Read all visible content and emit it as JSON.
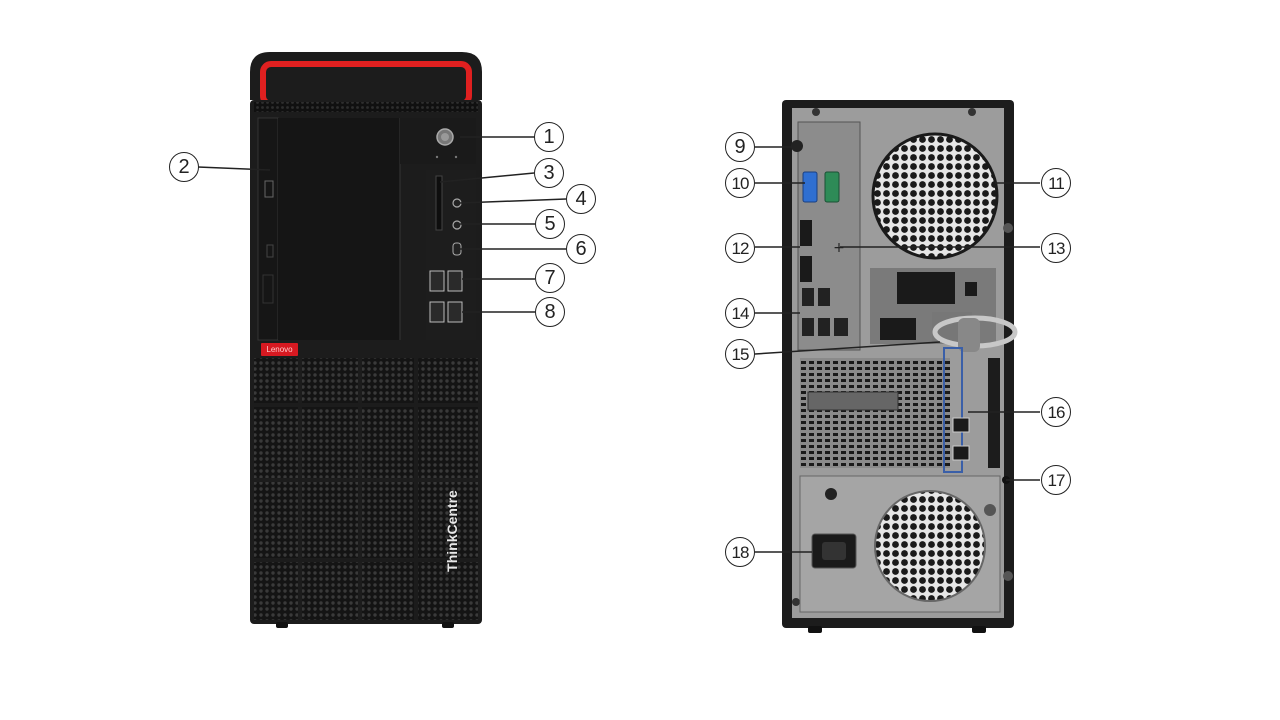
{
  "front_view": {
    "brand_badge": "Lenovo",
    "model_logo": "ThinkCentre",
    "callouts": [
      "1",
      "2",
      "3",
      "4",
      "5",
      "6",
      "7",
      "8"
    ]
  },
  "rear_view": {
    "callouts": [
      "9",
      "10",
      "11",
      "12",
      "13",
      "14",
      "15",
      "16",
      "17",
      "18"
    ]
  },
  "colors": {
    "chassis": "#1c1c1c",
    "handle_accent": "#e02020",
    "badge_red": "#d71921",
    "rear_panel": "#9c9c9c",
    "vga_port": "#2f6fd1",
    "serial_port": "#2e8b57"
  }
}
